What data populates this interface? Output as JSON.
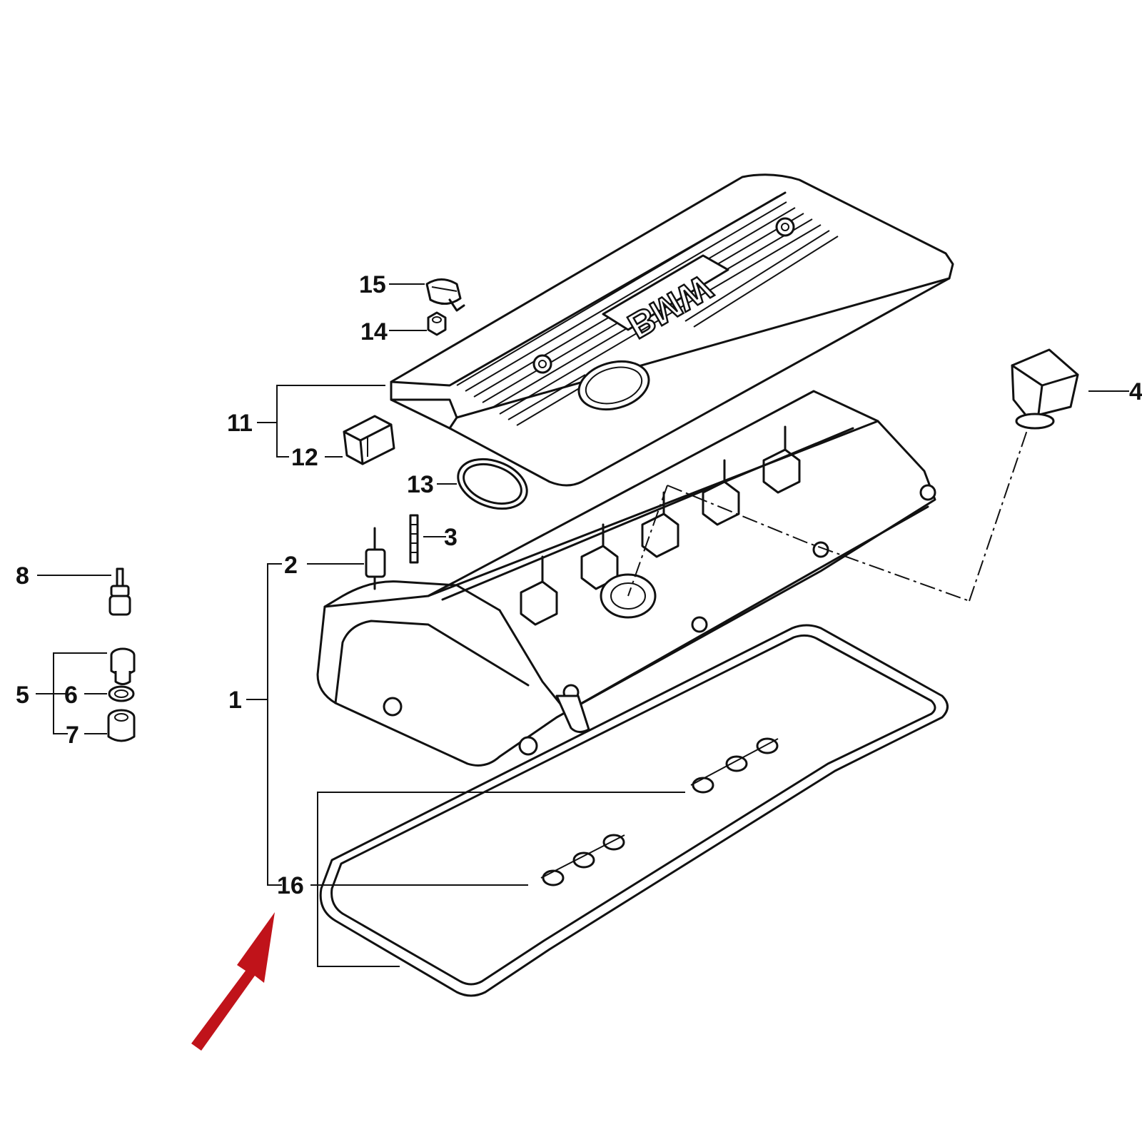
{
  "callouts": {
    "c1": "1",
    "c2": "2",
    "c3": "3",
    "c4": "4",
    "c5": "5",
    "c6": "6",
    "c7": "7",
    "c8": "8",
    "c11": "11",
    "c12": "12",
    "c13": "13",
    "c14": "14",
    "c15": "15",
    "c16": "16"
  },
  "cover_logo": "BMW",
  "colors": {
    "line": "#111111",
    "background": "#ffffff",
    "arrow": "#c0131a"
  }
}
